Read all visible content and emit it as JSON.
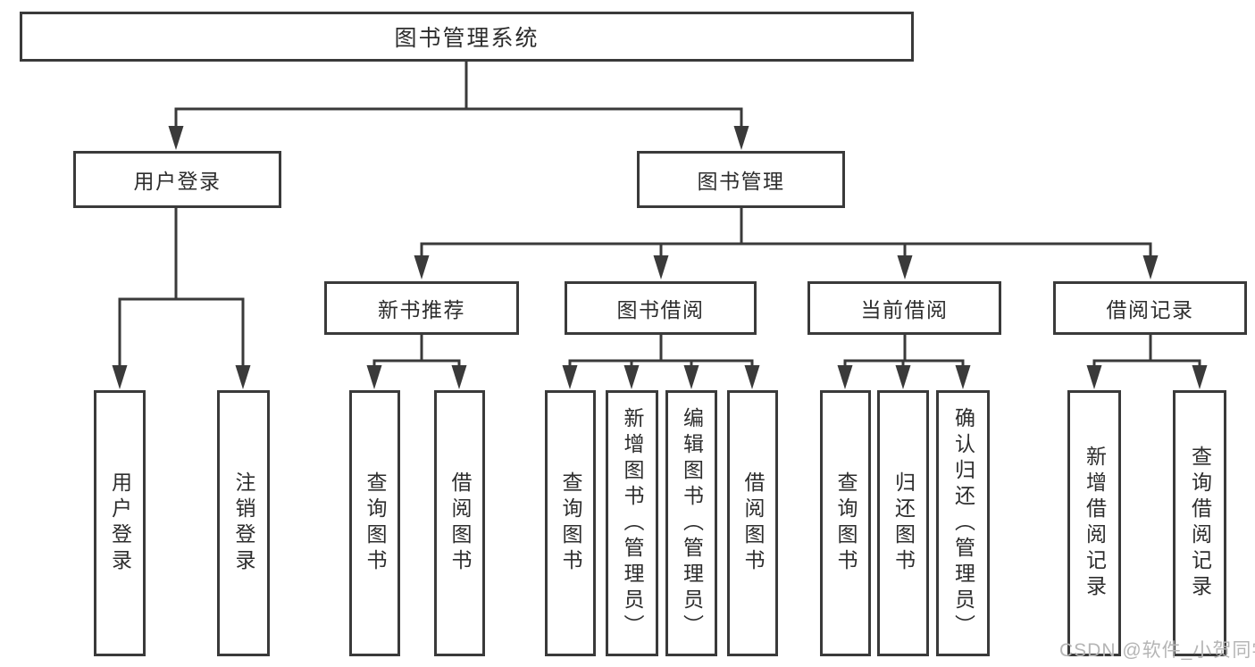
{
  "diagram": {
    "root": {
      "label": "图书管理系统"
    },
    "branches": [
      {
        "label": "用户登录",
        "leaves": [
          {
            "label": "用户登录"
          },
          {
            "label": "注销登录"
          }
        ]
      },
      {
        "label": "图书管理",
        "children": [
          {
            "label": "新书推荐",
            "leaves": [
              {
                "label": "查询图书"
              },
              {
                "label": "借阅图书"
              }
            ]
          },
          {
            "label": "图书借阅",
            "leaves": [
              {
                "label": "查询图书"
              },
              {
                "label": "新增图书（管理员）"
              },
              {
                "label": "编辑图书（管理员）"
              },
              {
                "label": "借阅图书"
              }
            ]
          },
          {
            "label": "当前借阅",
            "leaves": [
              {
                "label": "查询图书"
              },
              {
                "label": "归还图书"
              },
              {
                "label": "确认归还（管理员）"
              }
            ]
          },
          {
            "label": "借阅记录",
            "leaves": [
              {
                "label": "新增借阅记录"
              },
              {
                "label": "查询借阅记录"
              }
            ]
          }
        ]
      }
    ]
  },
  "watermark": {
    "text": "CSDN @软件_小贺同学"
  },
  "colors": {
    "line": "#3a3a3a",
    "text": "#2d2d2d",
    "background": "#ffffff",
    "watermark": "#b5b5b5"
  }
}
